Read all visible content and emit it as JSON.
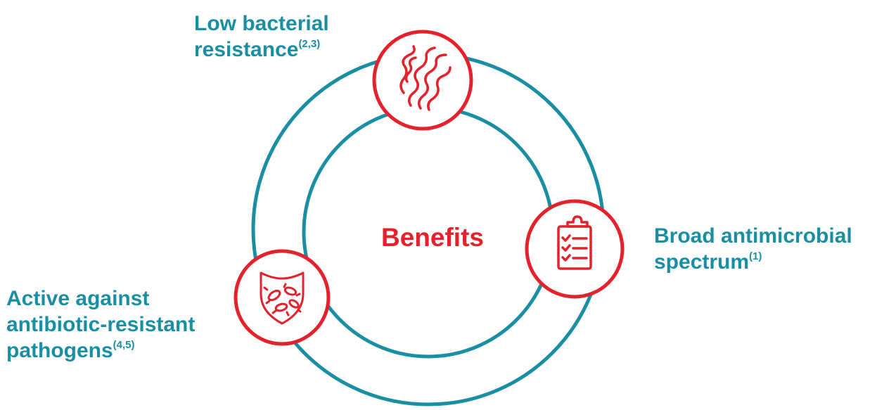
{
  "center": {
    "title": "Benefits"
  },
  "colors": {
    "ring": "#1a8fa3",
    "accent": "#e3222c",
    "label": "#1a8fa3"
  },
  "benefits": [
    {
      "icon": "bacteria-icon",
      "line1": "Low bacterial",
      "line2": "resistance",
      "ref": "(2,3)"
    },
    {
      "icon": "clipboard-checklist-icon",
      "line1": "Broad antimicrobial",
      "line2": "spectrum",
      "ref": "(1)"
    },
    {
      "icon": "shield-bacteria-icon",
      "line1": "Active against",
      "line2": "antibiotic-resistant",
      "line3": "pathogens",
      "ref": "(4,5)"
    }
  ]
}
